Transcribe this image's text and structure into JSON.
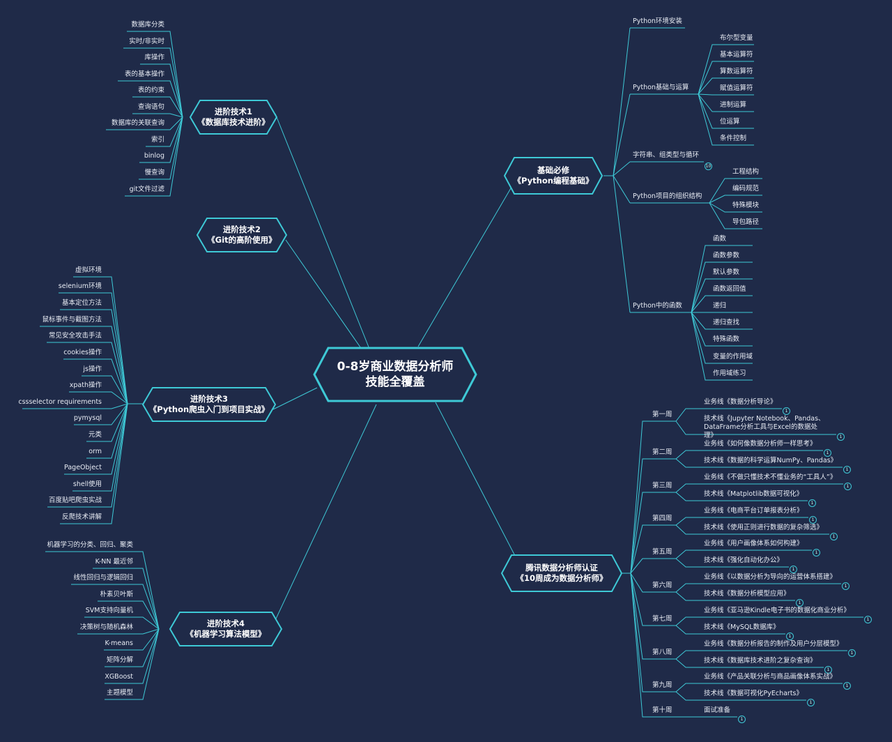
{
  "center": {
    "line1": "0-8岁商业数据分析师",
    "line2": "技能全覆盖"
  },
  "colors": {
    "background": "#1f2a48",
    "line": "#3ec9d6",
    "text": "#e8ecf4"
  },
  "branches": {
    "adv1": {
      "line1": "进阶技术1",
      "line2": "《数据库技术进阶》",
      "items": [
        "数据库分类",
        "实时/非实时",
        "库操作",
        "表的基本操作",
        "表的约束",
        "查询语句",
        "数据库的关联查询",
        "索引",
        "binlog",
        "慢查询",
        "git文件过滤"
      ]
    },
    "adv2": {
      "line1": "进阶技术2",
      "line2": "《Git的高阶使用》"
    },
    "adv3": {
      "line1": "进阶技术3",
      "line2": "《Python爬虫入门到项目实战》",
      "items": [
        "虚拟环境",
        "selenium环境",
        "基本定位方法",
        "鼠标事件与截图方法",
        "常见安全攻击手法",
        "cookies操作",
        "js操作",
        "xpath操作",
        "cssselector requirements",
        "pymysql",
        "元类",
        "orm",
        "PageObject",
        "shell使用",
        "百度贴吧爬虫实战",
        "反爬技术讲解"
      ]
    },
    "adv4": {
      "line1": "进阶技术4",
      "line2": "《机器学习算法模型》",
      "items": [
        "机器学习的分类、回归、聚类",
        "K-NN 最近邻",
        "线性回归与逻辑回归",
        "朴素贝叶斯",
        "SVM支持向量机",
        "决策树与随机森林",
        "K-means",
        "矩阵分解",
        "XGBoost",
        "主题模型"
      ]
    },
    "basic": {
      "line1": "基础必修",
      "line2": "《Python编程基础》",
      "env": "Python环境安装",
      "ops_title": "Python基础与运算",
      "ops": [
        "布尔型变量",
        "基本运算符",
        "算数运算符",
        "赋值运算符",
        "进制运算",
        "位运算",
        "条件控制"
      ],
      "strings": "字符串、组类型与循环",
      "strings_badge": "10",
      "org_title": "Python项目的组织结构",
      "org": [
        "工程结构",
        "编码规范",
        "特殊模块",
        "导包路径"
      ],
      "func_title": "Python中的函数",
      "func": [
        "函数",
        "函数参数",
        "默认参数",
        "函数返回值",
        "递归",
        "递归查找",
        "特殊函数",
        "变量的作用域",
        "作用域练习"
      ]
    },
    "tencent": {
      "line1": "腾讯数据分析师认证",
      "line2": "《10周成为数据分析师》",
      "weeks": [
        {
          "name": "第一周",
          "items": [
            {
              "text": "业务线《数据分析导论》",
              "badge": "1"
            },
            {
              "text": "技术线《Jupyter Notebook、Pandas、DataFrame分析工具与Excel的数据处理》",
              "badge": "1"
            }
          ]
        },
        {
          "name": "第二周",
          "items": [
            {
              "text": "业务线《如何像数据分析师一样思考》",
              "badge": "1"
            },
            {
              "text": "技术线《数据的科学运算NumPy、Pandas》",
              "badge": "1"
            }
          ]
        },
        {
          "name": "第三周",
          "items": [
            {
              "text": "业务线《不做只懂技术不懂业务的“工具人”》",
              "badge": "1"
            },
            {
              "text": "技术线《Matplotlib数据可视化》",
              "badge": "1"
            }
          ]
        },
        {
          "name": "第四周",
          "items": [
            {
              "text": "业务线《电商平台订单报表分析》",
              "badge": "1"
            },
            {
              "text": "技术线《使用正则进行数据的复杂筛选》",
              "badge": "1"
            }
          ]
        },
        {
          "name": "第五周",
          "items": [
            {
              "text": "业务线《用户画像体系如何构建》",
              "badge": "1"
            },
            {
              "text": "技术线《强化自动化办公》",
              "badge": "1"
            }
          ]
        },
        {
          "name": "第六周",
          "items": [
            {
              "text": "业务线《以数据分析为导向的运营体系搭建》",
              "badge": "1"
            },
            {
              "text": "技术线《数据分析模型应用》",
              "badge": "1"
            }
          ]
        },
        {
          "name": "第七周",
          "items": [
            {
              "text": "业务线《亚马逊Kindle电子书的数据化商业分析》",
              "badge": "1"
            },
            {
              "text": "技术线《MySQL数据库》",
              "badge": "1"
            }
          ]
        },
        {
          "name": "第八周",
          "items": [
            {
              "text": "业务线《数据分析报告的制作及用户分层模型》",
              "badge": "1"
            },
            {
              "text": "技术线《数据库技术进阶之复杂查询》",
              "badge": "1"
            }
          ]
        },
        {
          "name": "第九周",
          "items": [
            {
              "text": "业务线《产品关联分析与商品画像体系实战》",
              "badge": "1"
            },
            {
              "text": "技术线《数据可视化PyEcharts》",
              "badge": "1"
            }
          ]
        },
        {
          "name": "第十周",
          "items": [
            {
              "text": "面试准备",
              "badge": "1"
            }
          ]
        }
      ]
    }
  }
}
